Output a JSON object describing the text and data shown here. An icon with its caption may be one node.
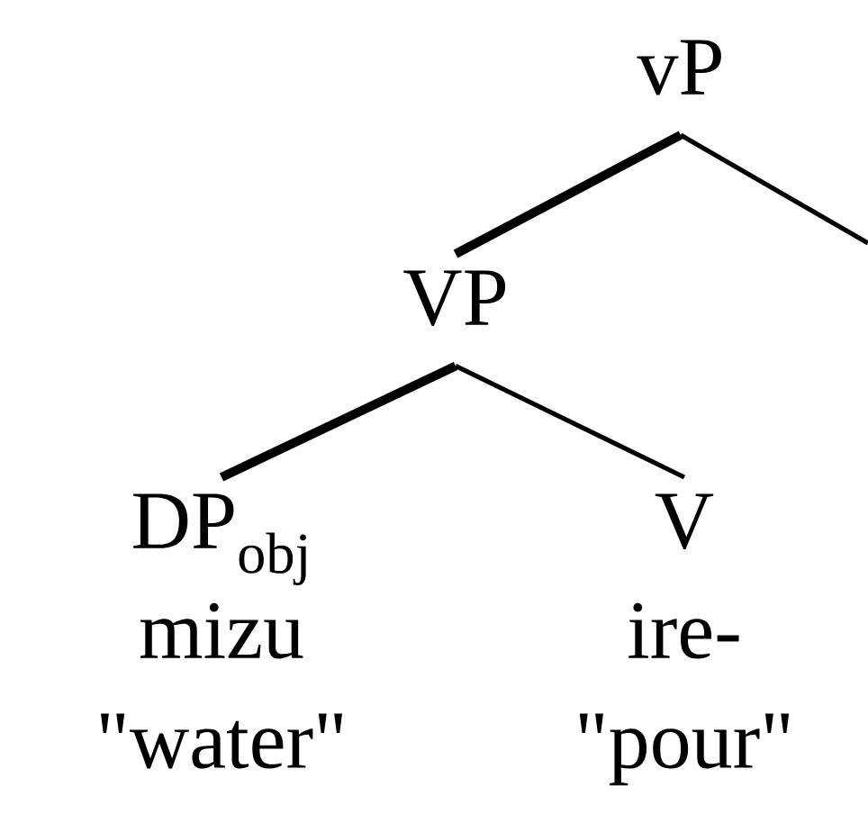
{
  "diagram": {
    "nodes": [
      {
        "text": [
          "vP"
        ]
      },
      {
        "text": [
          "VP"
        ]
      },
      {
        "text": [
          "DP$_{obj}$",
          "mizu",
          "\"water\""
        ]
      },
      {
        "text": [
          "V",
          "ire-",
          "\"pour\""
        ]
      }
    ],
    "edges": [
      {
        "from": 0,
        "to": null,
        "arrow": "none"
      },
      {
        "from": 0,
        "to": 1,
        "arrow": "none",
        "style": "thick"
      },
      {
        "from": 1,
        "to": 2,
        "arrow": "none",
        "style": "thick"
      },
      {
        "from": 1,
        "to": 3,
        "arrow": "none"
      }
    ]
  }
}
